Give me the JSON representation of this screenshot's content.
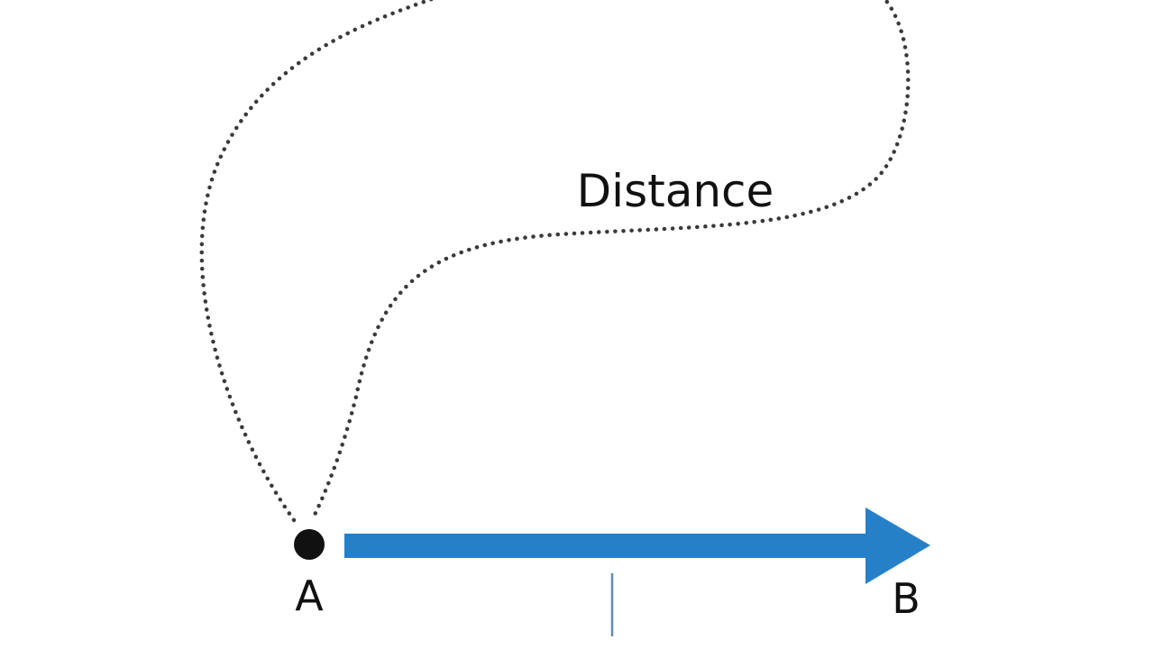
{
  "diagram": {
    "path_label": "Distance",
    "start_point_label": "A",
    "end_point_label": "B"
  },
  "colors": {
    "background": "#ffffff",
    "dotted_path": "#3a3a3a",
    "displacement_arrow": "#2680c8",
    "point": "#111111",
    "tick": "#5f8fb5",
    "text": "#111111"
  },
  "icons": {
    "start_marker": "filled-circle-dot",
    "displacement": "right-arrow"
  }
}
